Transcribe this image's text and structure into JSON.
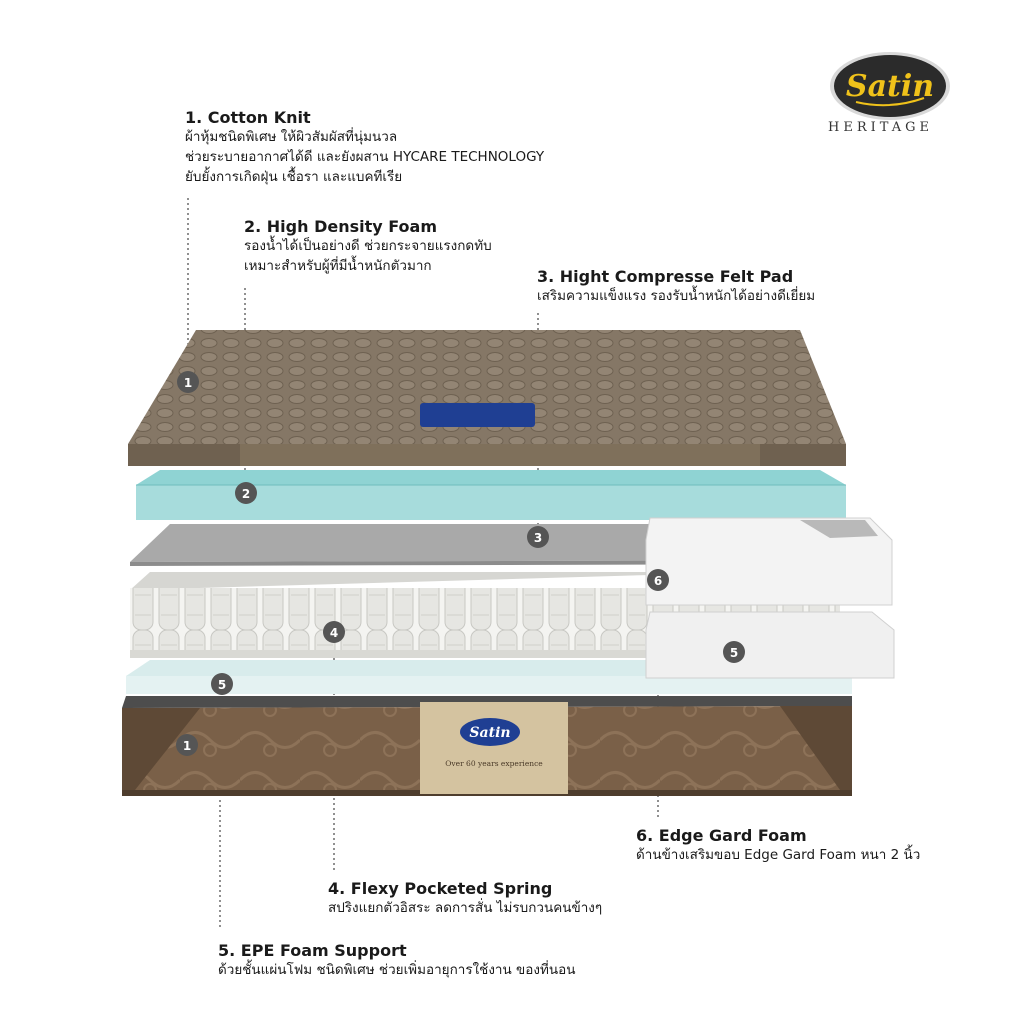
{
  "brand": {
    "logo_text": "Satin",
    "subtitle": "HERITAGE",
    "badge_text": "Satin",
    "badge_tagline": "Over 60 years experience"
  },
  "layers": [
    {
      "title": "1. Cotton Knit",
      "lines": [
        "ผ้าหุ้มชนิดพิเศษ ให้ผิวสัมผัสที่นุ่มนวล",
        "ช่วยระบายอากาศได้ดี และยังผสาน HYCARE TECHNOLOGY",
        "ยับยั้งการเกิดฝุ่น เชื้อรา และแบคทีเรีย"
      ]
    },
    {
      "title": "2. High Density Foam",
      "lines": [
        "รองน้ำได้เป็นอย่างดี ช่วยกระจายแรงกดทับ",
        "เหมาะสำหรับผู้ที่มีน้ำหนักตัวมาก"
      ]
    },
    {
      "title": "3. Hight Compresse Felt Pad",
      "lines": [
        "เสริมความแข็งแรง รองรับน้ำหนักได้อย่างดีเยี่ยม"
      ]
    },
    {
      "title": "4. Flexy Pocketed Spring",
      "lines": [
        "สปริงแยกตัวอิสระ ลดการสั่น ไม่รบกวนคนข้างๆ"
      ]
    },
    {
      "title": "5.  EPE Foam Support",
      "lines": [
        "ด้วยชั้นแผ่นโฟม ชนิดพิเศษ ช่วยเพิ่มอายุการใช้งาน ของที่นอน"
      ]
    },
    {
      "title": "6. Edge Gard Foam",
      "lines": [
        "ด้านข้างเสริมขอบ Edge Gard Foam หนา 2 นิ้ว"
      ]
    }
  ],
  "markers": [
    "1",
    "2",
    "3",
    "4",
    "5",
    "6",
    "5",
    "1"
  ],
  "colors": {
    "cover_top": "#8a7c6c",
    "cover_side": "#6f6150",
    "foam": "#8fd3d3",
    "felt": "#a9a9a9",
    "spring": "#e8e8e4",
    "epe": "#d8ecec",
    "edge_foam": "#f0f0f0",
    "base": "#6e5640",
    "label_panel": "#1f3f93",
    "logo_bg": "#2b2b2b",
    "logo_text": "#f0c21a",
    "marker": "#555555"
  }
}
